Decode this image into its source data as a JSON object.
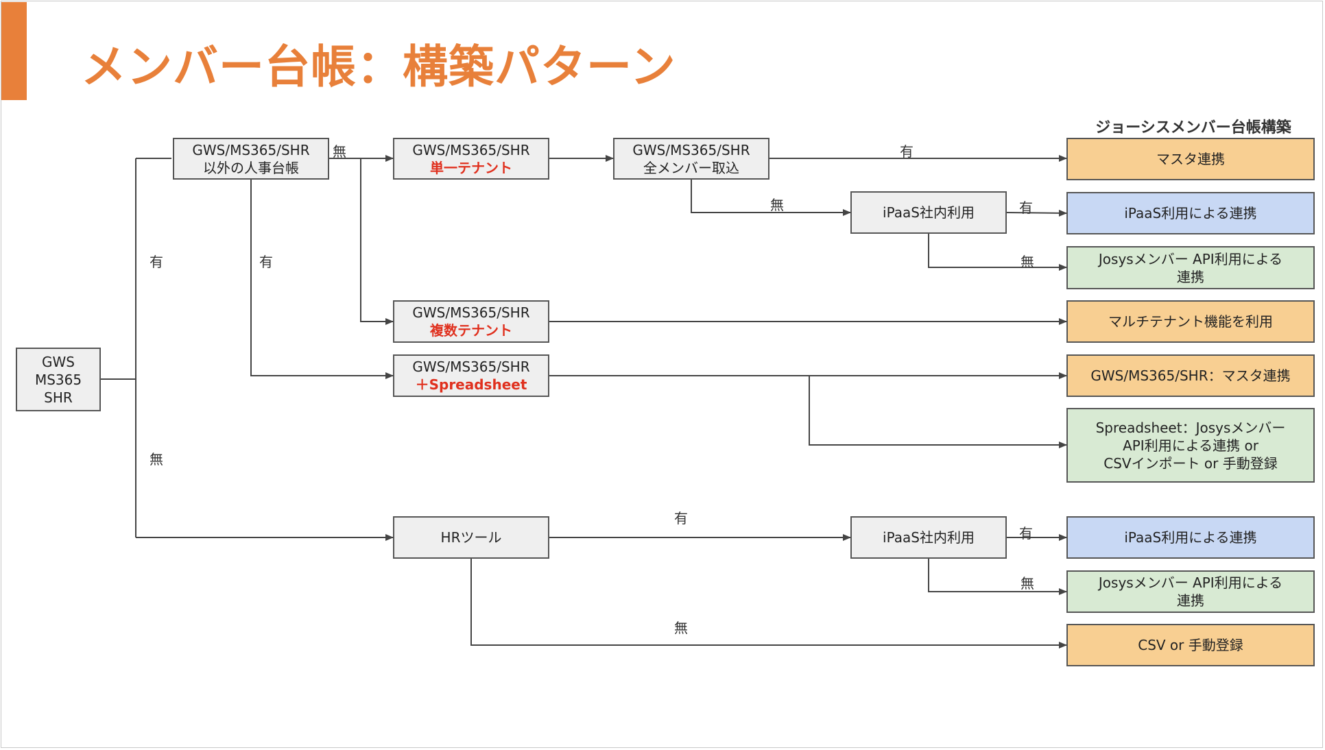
{
  "title": "メンバー台帳：構築パターン",
  "column_header": "ジョーシスメンバー台帳構築",
  "nodes": {
    "root": [
      "GWS",
      "MS365",
      "SHR"
    ],
    "other_hr": [
      "GWS/MS365/SHR",
      "以外の人事台帳"
    ],
    "single_tenant": [
      "GWS/MS365/SHR",
      "単一テナント"
    ],
    "all_members": [
      "GWS/MS365/SHR",
      "全メンバー取込"
    ],
    "ipaas_top": "iPaaS社内利用",
    "multi_tenant": [
      "GWS/MS365/SHR",
      "複数テナント"
    ],
    "spreadsheet": [
      "GWS/MS365/SHR",
      "＋Spreadsheet"
    ],
    "hr_tool": "HRツール",
    "ipaas_bottom": "iPaaS社内利用"
  },
  "outcomes": {
    "master_link": "マスタ連携",
    "ipaas_link_top": "iPaaS利用による連携",
    "josys_api_top": [
      "Josysメンバー API利用による",
      "連携"
    ],
    "multi_tenant_feature": "マルチテナント機能を利用",
    "gws_master": "GWS/MS365/SHR：マスタ連携",
    "spreadsheet_opts": [
      "Spreadsheet：Josysメンバー",
      "API利用による連携 or",
      "CSVインポート or 手動登録"
    ],
    "ipaas_link_bottom": "iPaaS利用による連携",
    "josys_api_bottom": [
      "Josysメンバー API利用による",
      "連携"
    ],
    "csv_manual": "CSV or 手動登録"
  },
  "edge_labels": {
    "yes": "有",
    "no": "無"
  },
  "colors": {
    "accent": "#e8803a",
    "node_fill": "#efefef",
    "orange_fill": "#f8cf92",
    "blue_fill": "#c8d8f4",
    "green_fill": "#d8ead3",
    "highlight_text": "#e0301e",
    "connector": "#444444"
  }
}
